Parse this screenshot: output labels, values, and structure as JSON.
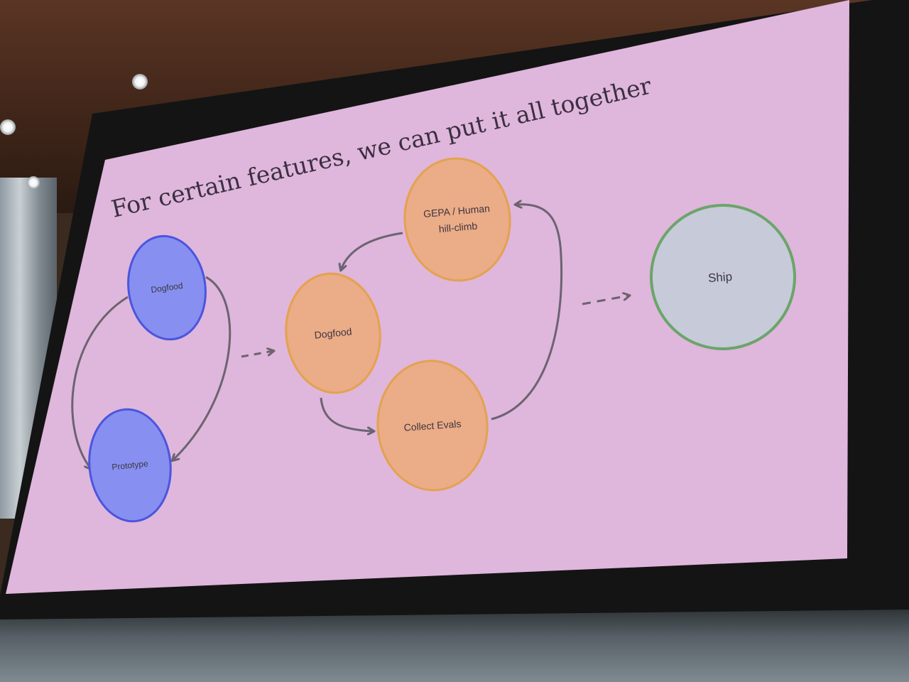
{
  "slide": {
    "title": "For certain features, we can put it all together",
    "colors": {
      "background": "#dfb6dc",
      "loop_arrow": "#6b6470",
      "blue_fill": "#8790f0",
      "blue_stroke": "#4b55dd",
      "orange_fill": "#ebac88",
      "orange_stroke": "#e3a24f",
      "ship_fill": "#c7cad8",
      "ship_stroke": "#6ba56a"
    },
    "nodes": {
      "dogfood_blue": "Dogfood",
      "prototype": "Prototype",
      "dogfood_orange": "Dogfood",
      "gepa_line1": "GEPA / Human",
      "gepa_line2": "hill-climb",
      "collect_evals": "Collect Evals",
      "ship": "Ship"
    }
  }
}
